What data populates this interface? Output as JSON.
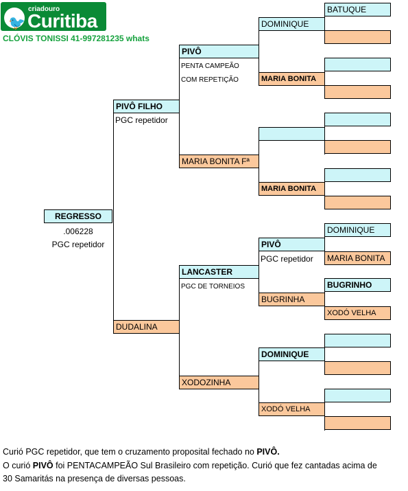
{
  "logo": {
    "small": "criadouro",
    "big": "Curitiba"
  },
  "contact": "CLÓVIS TONISSI 41-997281235 whats",
  "root": {
    "name": "REGRESSO",
    "code": ".006228",
    "note": "PGC repetidor"
  },
  "gen1": {
    "sire": {
      "name": "PIVÔ FILHO",
      "note": "PGC repetidor"
    },
    "dam": {
      "name": "DUDALINA"
    }
  },
  "gen2": {
    "ss": {
      "name": "PIVÔ",
      "note1": "PENTA CAMPEÃO",
      "note2": "COM REPETIÇÃO"
    },
    "sd": {
      "name": "MARIA BONITA Fª"
    },
    "ds": {
      "name": "LANCASTER",
      "note": "PGC DE TORNEIOS"
    },
    "dd": {
      "name": "XODOZINHA"
    }
  },
  "gen3": {
    "sss": {
      "name": "DOMINIQUE"
    },
    "ssd": {
      "name": "MARIA BONITA"
    },
    "sds": {
      "name": ""
    },
    "sdd": {
      "name": "MARIA BONITA"
    },
    "dss": {
      "name": "PIVÔ",
      "note": "PGC repetidor"
    },
    "dsd": {
      "name": "BUGRINHA"
    },
    "dds": {
      "name": "DOMINIQUE"
    },
    "ddd": {
      "name": "XODÓ VELHA"
    }
  },
  "gen4": [
    "BATUQUE",
    "",
    "",
    "",
    "",
    "",
    "",
    "",
    "DOMINIQUE",
    "MARIA BONITA",
    "BUGRINHO",
    "XODÓ VELHA",
    "",
    "",
    "",
    ""
  ],
  "footer": {
    "l1a": "Curió PGC repetidor, que tem o cruzamento proposital fechado no ",
    "l1b": "PIVÔ.",
    "l2a": "O curió ",
    "l2b": "PIVÔ",
    "l2c": " foi PENTACAMPEÃO Sul Brasileiro com repetição. Curió que fez cantadas acima de",
    "l3": "30 Samaritás na presença de diversas pessoas."
  }
}
